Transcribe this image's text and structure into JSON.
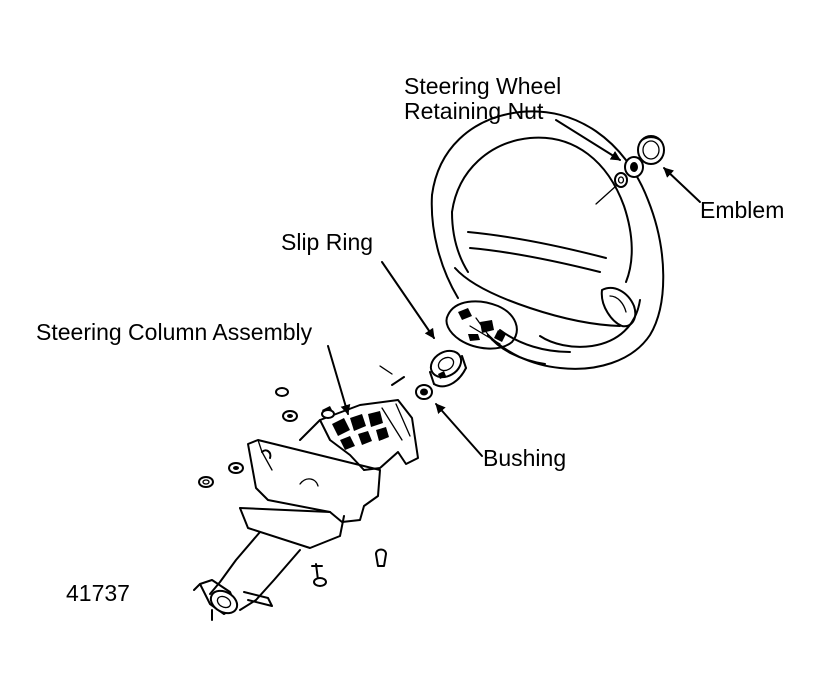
{
  "labels": {
    "retaining_nut": [
      "Steering Wheel",
      "Retaining Nut"
    ],
    "emblem": "Emblem",
    "slip_ring": "Slip Ring",
    "column_assembly": "Steering Column Assembly",
    "bushing": "Bushing"
  },
  "figure_number": "41737"
}
